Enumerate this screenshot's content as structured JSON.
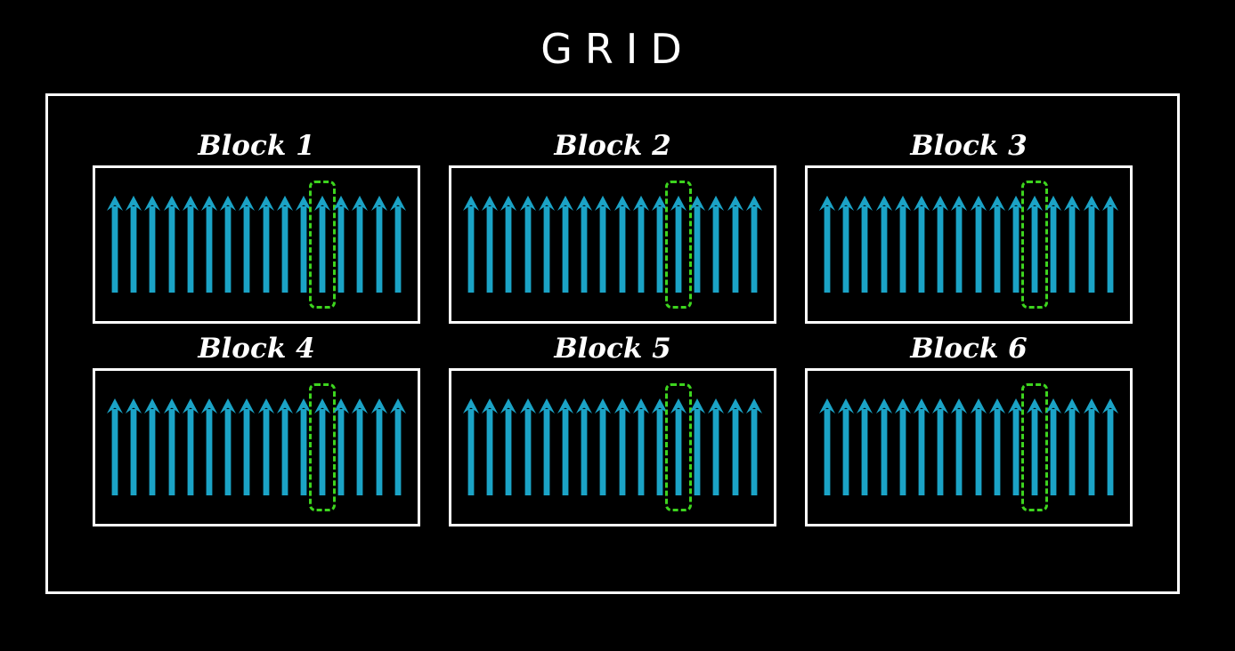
{
  "title": "GRID",
  "colors": {
    "background": "#000000",
    "line": "#ffffff",
    "arrow": "#1ba3c6",
    "highlight": "#3dd41e"
  },
  "blocks": [
    {
      "label": "Block 1",
      "arrow_count": 16,
      "highlighted_arrow": 12
    },
    {
      "label": "Block 2",
      "arrow_count": 16,
      "highlighted_arrow": 12
    },
    {
      "label": "Block 3",
      "arrow_count": 16,
      "highlighted_arrow": 12
    },
    {
      "label": "Block 4",
      "arrow_count": 16,
      "highlighted_arrow": 12
    },
    {
      "label": "Block 5",
      "arrow_count": 16,
      "highlighted_arrow": 12
    },
    {
      "label": "Block 6",
      "arrow_count": 16,
      "highlighted_arrow": 12
    }
  ]
}
